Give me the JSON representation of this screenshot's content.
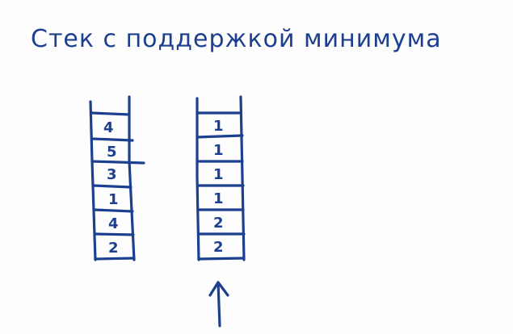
{
  "title": "Стек с поддержкой минимума",
  "stacks": [
    {
      "values": [
        "4",
        "5",
        "3",
        "1",
        "4",
        "2"
      ]
    },
    {
      "values": [
        "1",
        "1",
        "1",
        "1",
        "2",
        "2"
      ]
    }
  ]
}
